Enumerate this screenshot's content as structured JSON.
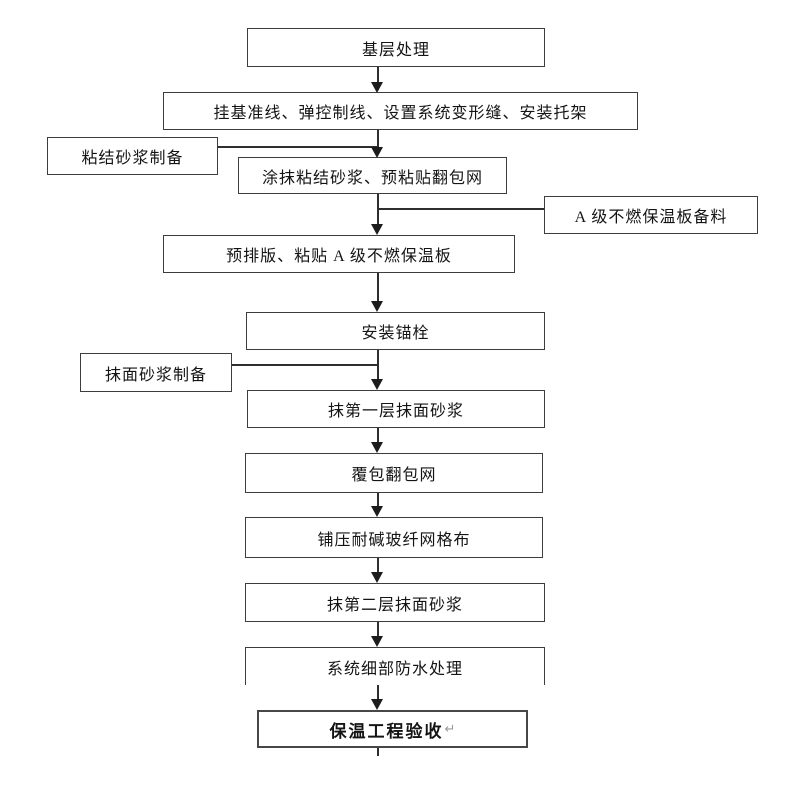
{
  "flowchart": {
    "description": "Insulation works construction process flowchart",
    "nodes": {
      "base_treatment": "基层处理",
      "layout_lines": "挂基准线、弹控制线、设置系统变形缝、安装托架",
      "bonding_mortar_prep": "粘结砂浆制备",
      "apply_bonding_mortar": "涂抹粘结砂浆、预粘贴翻包网",
      "board_material_prep": "A 级不燃保温板备料",
      "prelayout_paste_board": "预排版、粘贴 A 级不燃保温板",
      "install_anchors": "安装锚栓",
      "face_mortar_prep": "抹面砂浆制备",
      "first_face_mortar": "抹第一层抹面砂浆",
      "wrap_mesh": "覆包翻包网",
      "lay_fiberglass_mesh": "铺压耐碱玻纤网格布",
      "second_face_mortar": "抹第二层抹面砂浆",
      "detail_waterproofing": "系统细部防水处理",
      "acceptance": "保温工程验收",
      "acceptance_return_mark": "↵"
    },
    "colors": {
      "background": "#ffffff",
      "box_border": "#3d3d3d",
      "connector_line": "#2e2e2e",
      "arrowhead": "#1c1c1c",
      "final_box_border": "#474747",
      "return_mark": "#9a9a9a",
      "text": "#141414"
    }
  }
}
